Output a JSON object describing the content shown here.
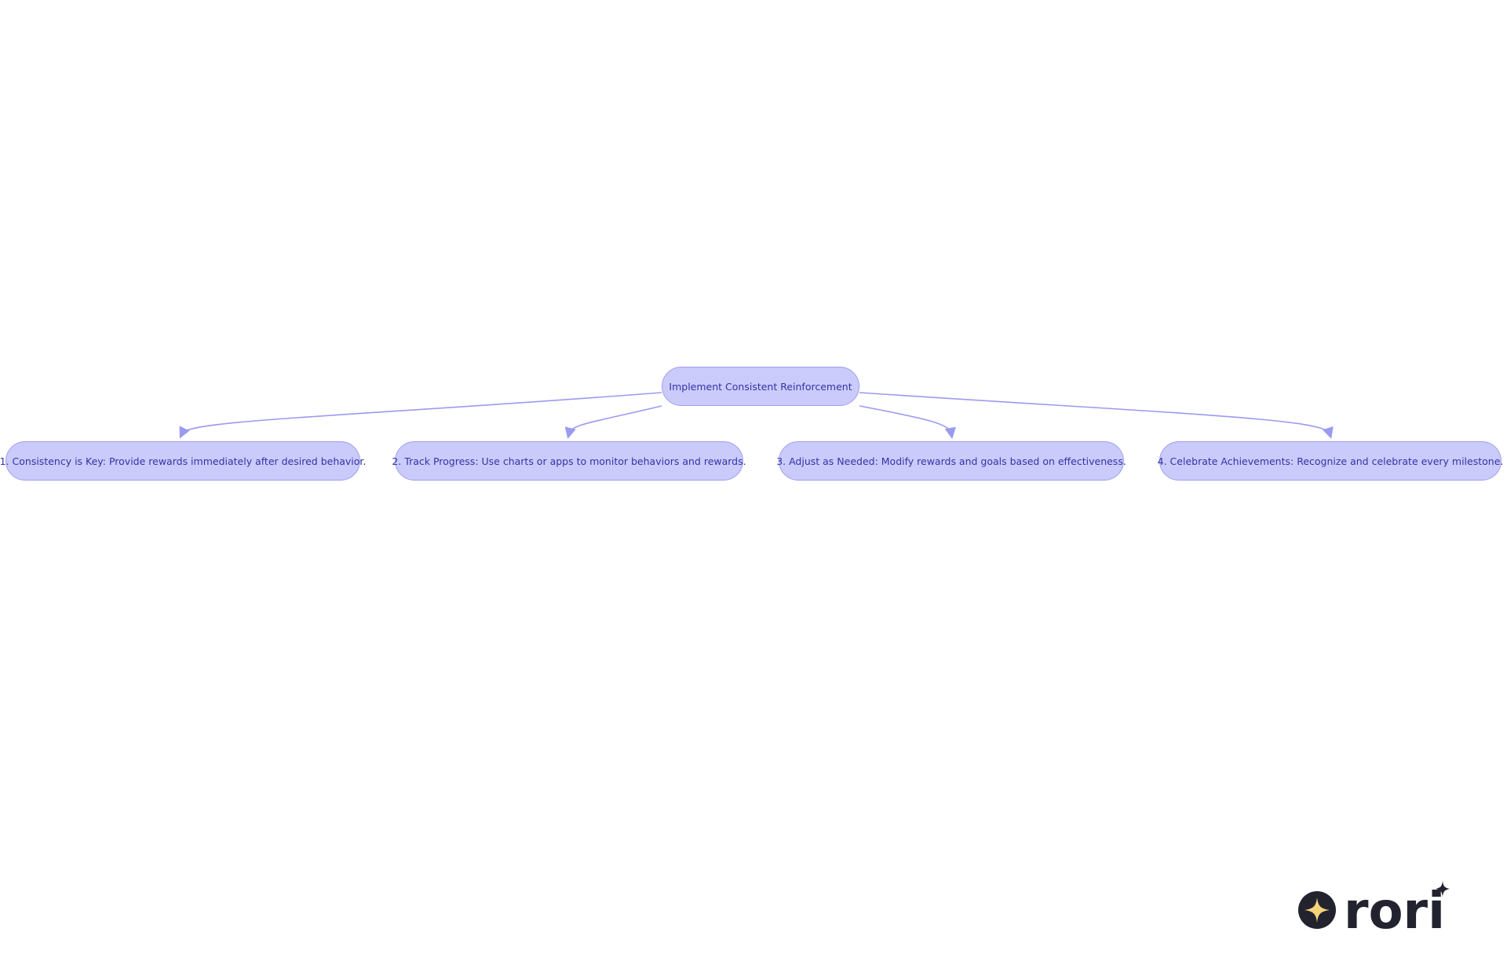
{
  "diagram": {
    "root": {
      "label": "Implement Consistent Reinforcement"
    },
    "children": [
      {
        "label": "1. Consistency is Key: Provide rewards immediately after desired behavior."
      },
      {
        "label": "2. Track Progress: Use charts or apps to monitor behaviors and rewards."
      },
      {
        "label": "3. Adjust as Needed: Modify rewards and goals based on effectiveness."
      },
      {
        "label": "4. Celebrate Achievements: Recognize and celebrate every milestone."
      }
    ]
  },
  "colors": {
    "node_fill": "#cbcbfb",
    "node_border": "#9e9ef0",
    "node_text": "#3232a8",
    "edge": "#9a9af0",
    "logo_dark": "#23232f",
    "logo_star": "#f5d27c"
  },
  "logo": {
    "text": "rori"
  }
}
